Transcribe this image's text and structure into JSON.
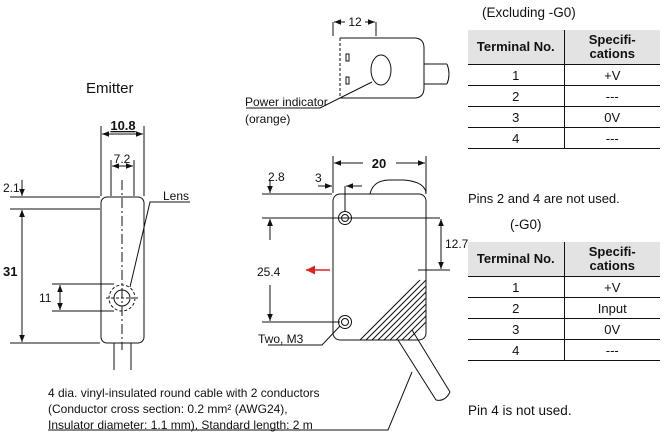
{
  "emitter_title": "Emitter",
  "dims": {
    "d_12": "12",
    "d_10_8": "10.8",
    "d_7_2": "7.2",
    "d_2_1": "2.1",
    "d_31": "31",
    "d_11": "11",
    "d_20": "20",
    "d_2_8": "2.8",
    "d_3": "3",
    "d_12_7": "12.7",
    "d_25_4": "25.4"
  },
  "callouts": {
    "lens": "Lens",
    "power_indicator_1": "Power indicator",
    "power_indicator_2": "(orange)",
    "mount_holes": "Two, M3"
  },
  "cable_note": [
    "4 dia. vinyl-insulated round cable with 2 conductors",
    "(Conductor cross section: 0.2 mm² (AWG24),",
    "Insulator diameter: 1.1 mm), Standard length: 2 m"
  ],
  "tables": [
    {
      "caption": "(Excluding -G0)",
      "headers": [
        "Terminal No.",
        "Specifi-cations"
      ],
      "rows": [
        [
          "1",
          "+V"
        ],
        [
          "2",
          "---"
        ],
        [
          "3",
          "0V"
        ],
        [
          "4",
          "---"
        ]
      ],
      "note": "Pins 2 and 4 are not used."
    },
    {
      "caption": "(-G0)",
      "headers": [
        "Terminal No.",
        "Specifi-cations"
      ],
      "rows": [
        [
          "1",
          "+V"
        ],
        [
          "2",
          "Input"
        ],
        [
          "3",
          "0V"
        ],
        [
          "4",
          "---"
        ]
      ],
      "note": "Pin 4 is not used."
    }
  ],
  "colors": {
    "line": "#111111",
    "arrow": "#e02020",
    "header_bg": "#e3e3e3"
  }
}
